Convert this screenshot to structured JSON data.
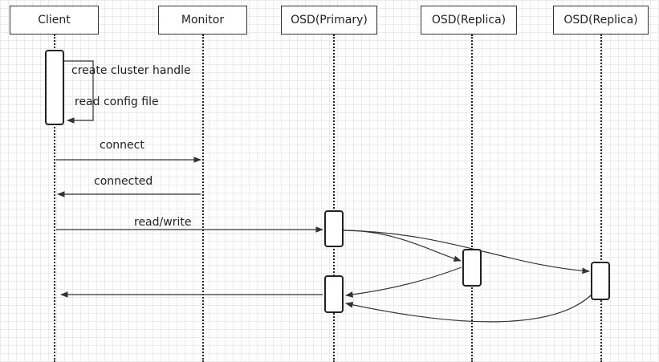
{
  "participants": [
    {
      "id": "client",
      "label": "Client"
    },
    {
      "id": "monitor",
      "label": "Monitor"
    },
    {
      "id": "osd_primary",
      "label": "OSD(Primary)"
    },
    {
      "id": "osd_replica1",
      "label": "OSD(Replica)"
    },
    {
      "id": "osd_replica2",
      "label": "OSD(Replica)"
    }
  ],
  "messages": [
    {
      "id": "create_handle",
      "label": "create cluster handle"
    },
    {
      "id": "read_config",
      "label": "read config file"
    },
    {
      "id": "connect",
      "label": "connect"
    },
    {
      "id": "connected",
      "label": "connected"
    },
    {
      "id": "read_write",
      "label": "read/write"
    }
  ],
  "colors": {
    "line": "#333333",
    "grid": "#ececec",
    "background": "#ffffff"
  }
}
